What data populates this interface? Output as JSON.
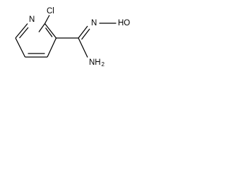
{
  "molecule": {
    "atoms": {
      "chlorine": "Cl",
      "ring_nitrogen": "N",
      "imine_nitrogen": "N",
      "hydroxyl": "HO",
      "amine_main": "NH",
      "amine_subscript": "2"
    }
  }
}
